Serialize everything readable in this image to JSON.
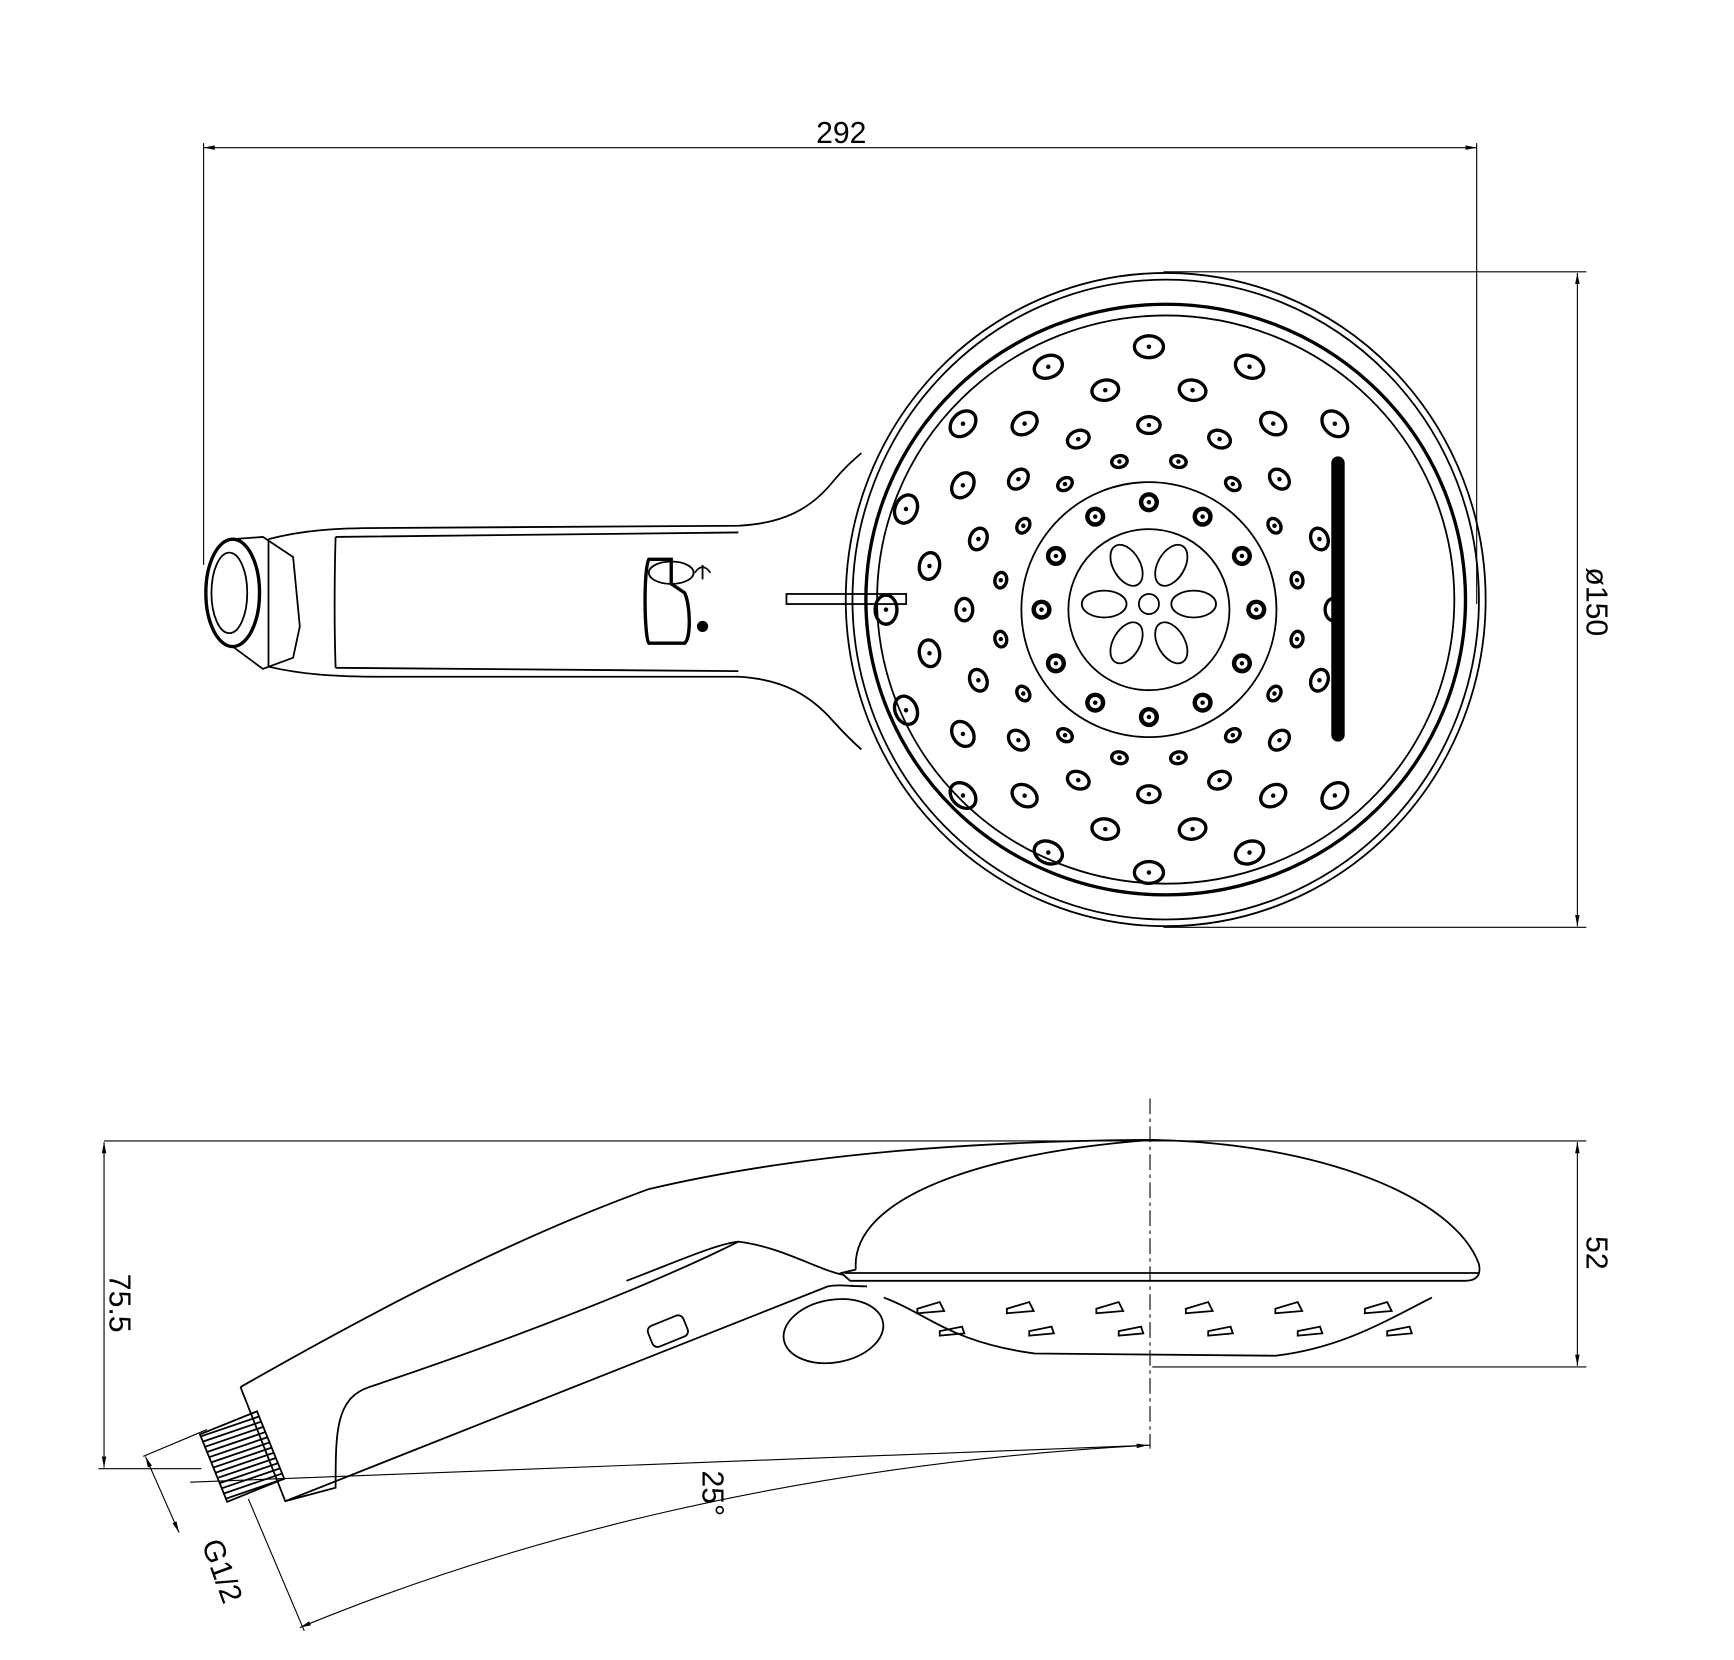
{
  "drawing": {
    "dimensions": {
      "overall_length": "292",
      "head_diameter": "ø150",
      "head_thickness": "52",
      "overall_height": "75.5",
      "angle": "25°",
      "thread": "G1/2"
    },
    "line_color": "#000000",
    "background_color": "#ffffff"
  }
}
